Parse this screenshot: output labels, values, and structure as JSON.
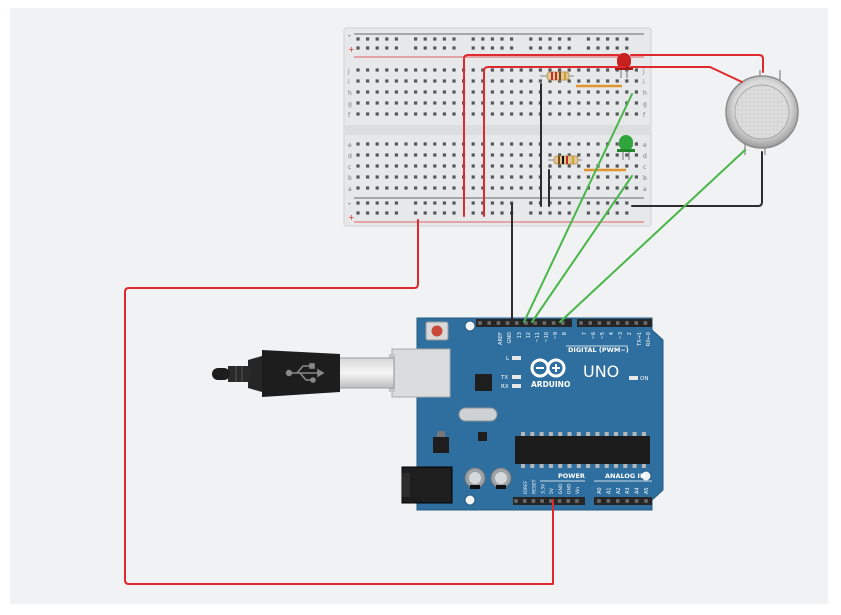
{
  "breadboard": {
    "rail_plus": "+",
    "rail_minus": "-",
    "row_letters_top": [
      "j",
      "i",
      "h",
      "g",
      "f"
    ],
    "row_letters_bottom": [
      "e",
      "d",
      "c",
      "b",
      "a"
    ]
  },
  "arduino": {
    "logo_text": "ARDUINO",
    "model_text": "UNO",
    "digital_label": "DIGITAL (PWM~)",
    "power_label": "POWER",
    "analog_label": "ANALOG IN",
    "on_label": "ON",
    "l_label": "L",
    "tx_label": "TX",
    "rx_label": "RX",
    "digital_pins": [
      "AREF",
      "GND",
      "13",
      "12",
      "~11",
      "~10",
      "~9",
      "8",
      "7",
      "~6",
      "~5",
      "4",
      "~3",
      "2",
      "TX→1",
      "RX←0"
    ],
    "power_pins": [
      "IOREF",
      "RESET",
      "3.3V",
      "5V",
      "GND",
      "GND",
      "Vin"
    ],
    "analog_pins": [
      "A0",
      "A1",
      "A2",
      "A3",
      "A4",
      "A5"
    ]
  },
  "colors": {
    "wire_red": "#e0292c",
    "wire_green": "#49b649",
    "wire_black": "#2d2d2d",
    "board_blue": "#2f6f9f",
    "breadboard": "#e9eaeb",
    "led_red": "#c8201e",
    "led_green": "#2fa53b"
  }
}
